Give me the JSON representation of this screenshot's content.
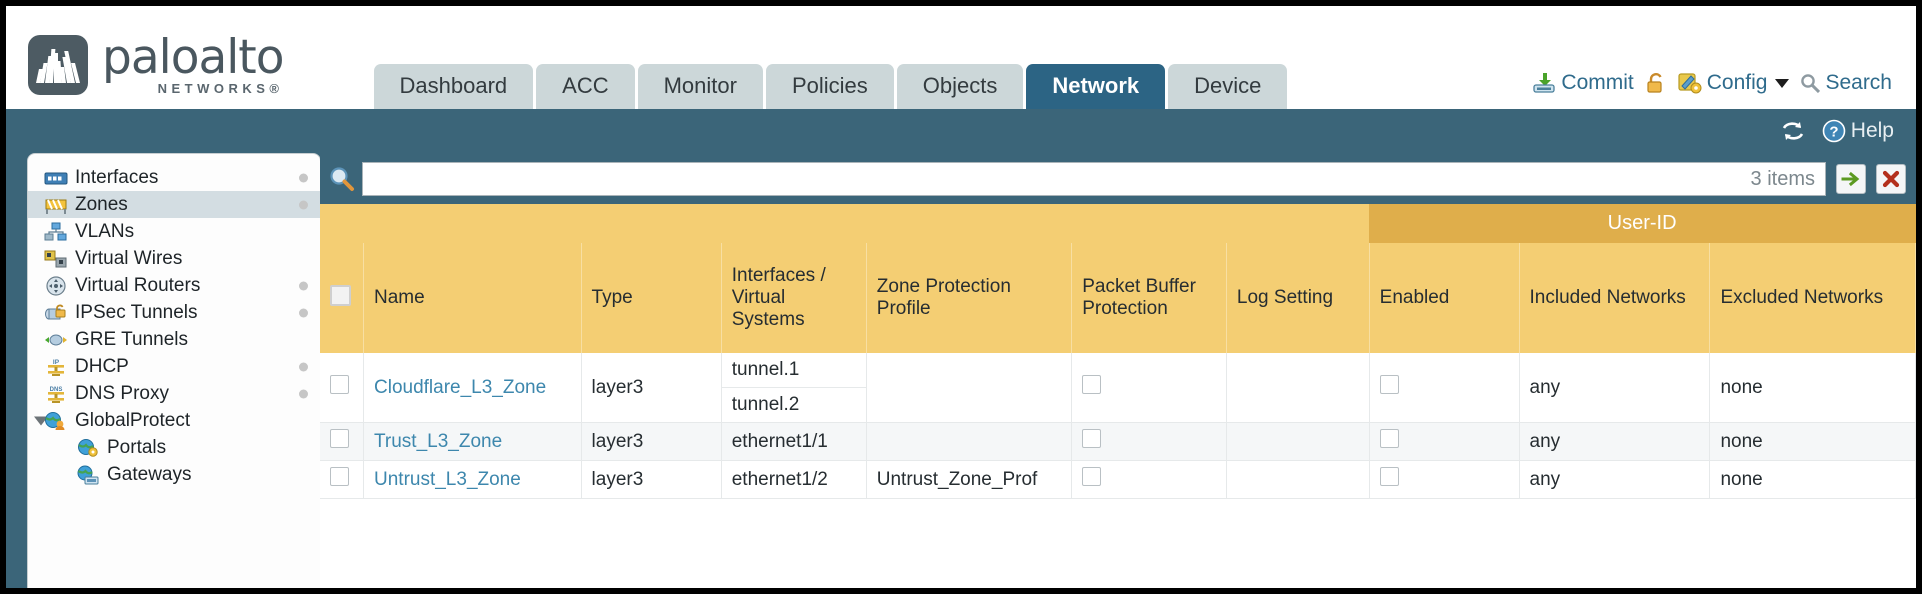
{
  "brand": {
    "name": "paloalto",
    "sub": "NETWORKS®"
  },
  "tabs": [
    {
      "label": "Dashboard",
      "active": false
    },
    {
      "label": "ACC",
      "active": false
    },
    {
      "label": "Monitor",
      "active": false
    },
    {
      "label": "Policies",
      "active": false
    },
    {
      "label": "Objects",
      "active": false
    },
    {
      "label": "Network",
      "active": true
    },
    {
      "label": "Device",
      "active": false
    }
  ],
  "topright": {
    "commit": "Commit",
    "commit_icon": "commit-download-icon",
    "lock_icon": "padlock-icon",
    "config": "Config",
    "config_icon": "config-wrench-icon",
    "search": "Search",
    "search_icon": "search-magnifier-icon"
  },
  "bluebar": {
    "refresh_icon": "refresh-icon",
    "help": "Help",
    "help_icon": "help-question-icon"
  },
  "sidebar": {
    "items": [
      {
        "label": "Interfaces",
        "icon": "interfaces-icon",
        "dot": true,
        "selected": false,
        "child": false,
        "caret": false
      },
      {
        "label": "Zones",
        "icon": "zones-icon",
        "dot": true,
        "selected": true,
        "child": false,
        "caret": false
      },
      {
        "label": "VLANs",
        "icon": "vlans-icon",
        "dot": false,
        "selected": false,
        "child": false,
        "caret": false
      },
      {
        "label": "Virtual Wires",
        "icon": "virtual-wires-icon",
        "dot": false,
        "selected": false,
        "child": false,
        "caret": false
      },
      {
        "label": "Virtual Routers",
        "icon": "virtual-routers-icon",
        "dot": true,
        "selected": false,
        "child": false,
        "caret": false
      },
      {
        "label": "IPSec Tunnels",
        "icon": "ipsec-tunnels-icon",
        "dot": true,
        "selected": false,
        "child": false,
        "caret": false
      },
      {
        "label": "GRE Tunnels",
        "icon": "gre-tunnels-icon",
        "dot": false,
        "selected": false,
        "child": false,
        "caret": false
      },
      {
        "label": "DHCP",
        "icon": "dhcp-icon",
        "dot": true,
        "selected": false,
        "child": false,
        "caret": false
      },
      {
        "label": "DNS Proxy",
        "icon": "dns-proxy-icon",
        "dot": true,
        "selected": false,
        "child": false,
        "caret": false
      },
      {
        "label": "GlobalProtect",
        "icon": "globalprotect-icon",
        "dot": false,
        "selected": false,
        "child": false,
        "caret": true
      },
      {
        "label": "Portals",
        "icon": "portals-icon",
        "dot": false,
        "selected": false,
        "child": true,
        "caret": false
      },
      {
        "label": "Gateways",
        "icon": "gateways-icon",
        "dot": false,
        "selected": false,
        "child": true,
        "caret": false
      }
    ]
  },
  "search": {
    "value": "",
    "placeholder": "",
    "items_count": "3 items",
    "apply_icon": "green-arrow-apply-icon",
    "clear_icon": "red-x-clear-icon",
    "magnifier_icon": "search-magnifier-icon"
  },
  "table": {
    "group_header": "User-ID",
    "columns": [
      "Name",
      "Type",
      "Interfaces / Virtual Systems",
      "Zone Protection Profile",
      "Packet Buffer Protection",
      "Log Setting",
      "Enabled",
      "Included Networks",
      "Excluded Networks"
    ],
    "rows": [
      {
        "selected": false,
        "name": "Cloudflare_L3_Zone",
        "type": "layer3",
        "interfaces": [
          "tunnel.1",
          "tunnel.2"
        ],
        "zone_protection_profile": "",
        "packet_buffer_protection": false,
        "log_setting": "",
        "userid_enabled": false,
        "included_networks": "any",
        "excluded_networks": "none"
      },
      {
        "selected": false,
        "name": "Trust_L3_Zone",
        "type": "layer3",
        "interfaces": [
          "ethernet1/1"
        ],
        "zone_protection_profile": "",
        "packet_buffer_protection": false,
        "log_setting": "",
        "userid_enabled": false,
        "included_networks": "any",
        "excluded_networks": "none"
      },
      {
        "selected": false,
        "name": "Untrust_L3_Zone",
        "type": "layer3",
        "interfaces": [
          "ethernet1/2"
        ],
        "zone_protection_profile": "Untrust_Zone_Prof",
        "packet_buffer_protection": false,
        "log_setting": "",
        "userid_enabled": false,
        "included_networks": "any",
        "excluded_networks": "none"
      }
    ]
  },
  "colors": {
    "header_blue": "#3b6579",
    "active_tab": "#2c6484",
    "tab_grey": "#ccd7d9",
    "table_header_gold": "#f4ce73",
    "group_header_gold": "#dfae4b",
    "link_blue": "#3d87ad"
  }
}
